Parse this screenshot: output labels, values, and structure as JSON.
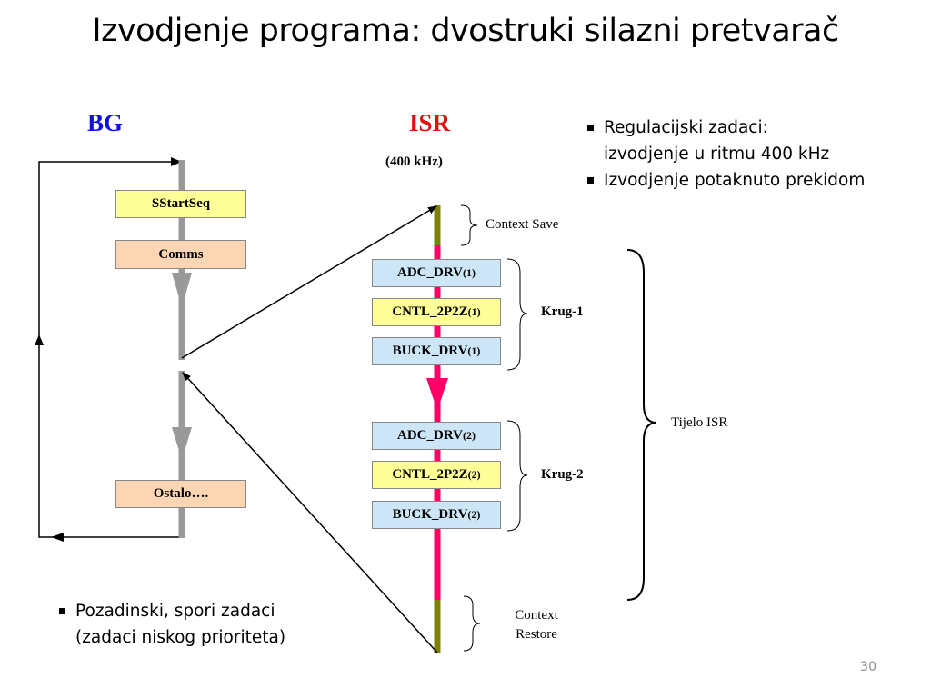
{
  "slide": {
    "title": "Izvodjenje  programa: dvostruki silazni pretvarač",
    "page_number": "30"
  },
  "bg": {
    "heading": "BG",
    "tasks": {
      "sstartseq": "SStartSeq",
      "comms": "Comms",
      "ostalo": "Ostalo…."
    },
    "bullet": [
      "Pozadinski, spori zadaci",
      "(zadaci niskog prioriteta)"
    ]
  },
  "isr": {
    "heading": "ISR",
    "frequency": "(400 kHz)",
    "krug1": {
      "label": "Krug-1",
      "tasks": [
        {
          "name": "ADC_DRV",
          "sub": "(1)"
        },
        {
          "name": "CNTL_2P2Z",
          "sub": "(1)"
        },
        {
          "name": "BUCK_DRV",
          "sub": "(1)"
        }
      ]
    },
    "krug2": {
      "label": "Krug-2",
      "tasks": [
        {
          "name": "ADC_DRV",
          "sub": "(2)"
        },
        {
          "name": "CNTL_2P2Z",
          "sub": "(2)"
        },
        {
          "name": "BUCK_DRV",
          "sub": "(2)"
        }
      ]
    },
    "context_save": "Context Save",
    "context_restore_line1": "Context",
    "context_restore_line2": "Restore",
    "body_label": "Tijelo ISR",
    "bullets": [
      {
        "line1": "Regulacijski zadaci:",
        "line2": "izvodjenje u ritmu 400 kHz"
      },
      {
        "line1": "Izvodjenje potaknuto prekidom"
      }
    ]
  },
  "colors": {
    "bg_heading": "#1010e0",
    "isr_heading": "#e01010",
    "isr_line": "#ff0066",
    "context_segment": "#808000",
    "bg_line": "#999999"
  }
}
